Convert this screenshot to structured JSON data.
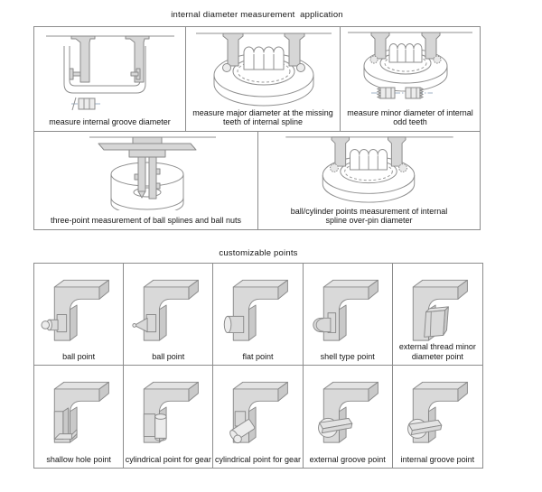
{
  "colors": {
    "outline": "#8a8a8a",
    "part_fill": "#d6d6d6",
    "grid_border": "#8c8c8c",
    "text": "#151515",
    "centerline": "#9fb0c4"
  },
  "sections": {
    "applications": {
      "title": "internal diameter measurement  application",
      "panels": [
        {
          "label": "measure internal groove diameter"
        },
        {
          "label": "measure major diameter at the missing teeth of internal spline"
        },
        {
          "label": "measure minor diameter of internal odd teeth"
        },
        {
          "label": "three-point measurement of ball splines and ball nuts"
        },
        {
          "label": "ball/cylinder points measurement of internal spline over-pin diameter"
        }
      ]
    },
    "points": {
      "title": "customizable points",
      "cells": [
        {
          "label": "ball point"
        },
        {
          "label": "ball point"
        },
        {
          "label": "flat point"
        },
        {
          "label": "shell type point"
        },
        {
          "label": "external thread minor diameter point"
        },
        {
          "label": "shallow hole point"
        },
        {
          "label": "cylindrical point for gear"
        },
        {
          "label": "cylindrical point for gear"
        },
        {
          "label": "external groove point"
        },
        {
          "label": "internal groove point"
        }
      ]
    }
  }
}
